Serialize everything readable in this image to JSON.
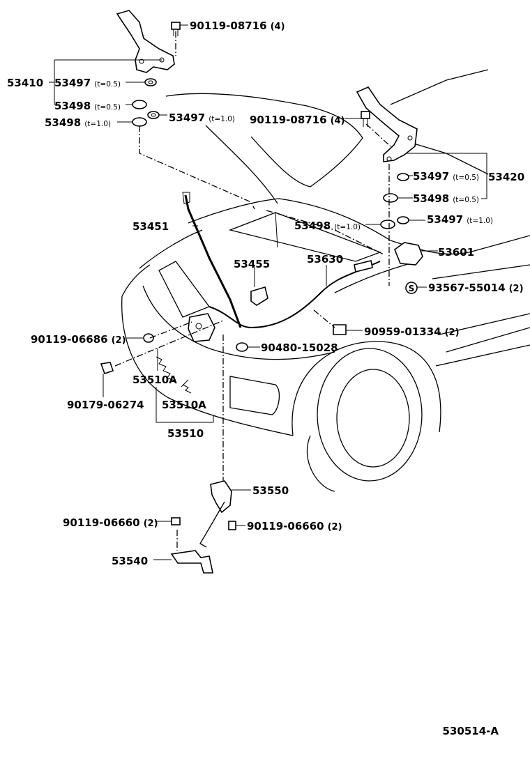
{
  "callouts": [
    {
      "id": "c1",
      "part": "90119-08716",
      "note": "(4)"
    },
    {
      "id": "c2",
      "part": "53410",
      "note": ""
    },
    {
      "id": "c3",
      "part": "53497",
      "note": "(t=0.5)"
    },
    {
      "id": "c4",
      "part": "53498",
      "note": "(t=0.5)"
    },
    {
      "id": "c5",
      "part": "53498",
      "note": "(t=1.0)"
    },
    {
      "id": "c6",
      "part": "53497",
      "note": "(t=1.0)"
    },
    {
      "id": "c7",
      "part": "90119-08716",
      "note": "(4)"
    },
    {
      "id": "c8",
      "part": "53497",
      "note": "(t=0.5)"
    },
    {
      "id": "c9",
      "part": "53420",
      "note": ""
    },
    {
      "id": "c10",
      "part": "53498",
      "note": "(t=0.5)"
    },
    {
      "id": "c11",
      "part": "53497",
      "note": "(t=1.0)"
    },
    {
      "id": "c12",
      "part": "53451",
      "note": ""
    },
    {
      "id": "c13",
      "part": "53498",
      "note": "(t=1.0)"
    },
    {
      "id": "c14",
      "part": "53601",
      "note": ""
    },
    {
      "id": "c15",
      "part": "53455",
      "note": ""
    },
    {
      "id": "c16",
      "part": "53630",
      "note": ""
    },
    {
      "id": "c17",
      "part": "93567-55014",
      "note": "(2)"
    },
    {
      "id": "c18",
      "part": "90959-01334",
      "note": "(2)"
    },
    {
      "id": "c19",
      "part": "90119-06686",
      "note": "(2)"
    },
    {
      "id": "c20",
      "part": "90480-15028",
      "note": ""
    },
    {
      "id": "c21",
      "part": "53510A",
      "note": ""
    },
    {
      "id": "c22",
      "part": "90179-06274",
      "note": ""
    },
    {
      "id": "c23",
      "part": "53510A",
      "note": ""
    },
    {
      "id": "c24",
      "part": "53510",
      "note": ""
    },
    {
      "id": "c25",
      "part": "53550",
      "note": ""
    },
    {
      "id": "c26",
      "part": "90119-06660",
      "note": "(2)"
    },
    {
      "id": "c27",
      "part": "90119-06660",
      "note": "(2)"
    },
    {
      "id": "c28",
      "part": "53540",
      "note": ""
    }
  ],
  "symbols": {
    "s_mark": "S"
  },
  "figure_code": "530514-A"
}
